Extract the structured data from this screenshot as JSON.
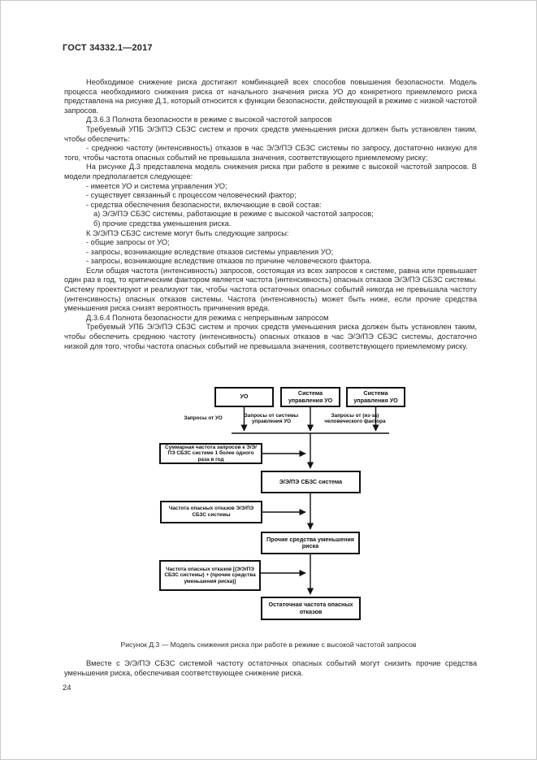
{
  "header": {
    "title": "ГОСТ 34332.1—2017"
  },
  "content": {
    "paragraphs": [
      {
        "text": "Необходимое снижение риска достигают комбинацией всех способов повышения безопасности. Модель процесса необходимого снижения риска от начального значения риска УО до конкретного приемлемого риска представлена на рисунке Д.1, который относится к функции безопасности, действующей в режиме с низкой частотой запросов."
      },
      {
        "text": "Д.3.6.3 Полнота безопасности в режиме с высокой частотой запросов"
      },
      {
        "text": "Требуемый УПБ Э/Э/ПЭ СБЗС систем и прочих средств уменьшения риска должен быть установлен таким, чтобы обеспечить:"
      },
      {
        "text": "- среднюю частоту (интенсивность) отказов в час Э/Э/ПЭ СБЗС системы по запросу, достаточно низкую для того, чтобы частота опасных событий не превышала значения, соответствующего приемлемому риску;"
      },
      {
        "text": "На рисунке Д.3 представлена модель снижения риска при работе в режиме с высокой частотой запросов. В модели предполагается следующее:"
      },
      {
        "text": "- имеется УО и система управления УО;"
      },
      {
        "text": "- существует связанный с процессом человеческий фактор;"
      },
      {
        "text": "- средства обеспечения безопасности, включающие в свой состав:"
      },
      {
        "text": "а) Э/Э/ПЭ СБЗС системы, работающие в режиме с высокой частотой запросов;"
      },
      {
        "text": "б) прочие средства уменьшения риска."
      },
      {
        "text": "К Э/Э/ПЭ СБЗС системе могут быть следующие запросы:"
      },
      {
        "text": "- общие запросы от УО;"
      },
      {
        "text": "- запросы, возникающие вследствие отказов системы управления УО;"
      },
      {
        "text": "- запросы, возникающие вследствие отказов по причине человеческого фактора."
      },
      {
        "text": "Если общая частота (интенсивность) запросов, состоящая из всех запросов к системе, равна или превышает один раз в год, то критическим фактором является частота (интенсивность) опасных отказов Э/Э/ПЭ СБЗС системы. Систему проектируют и реализуют так, чтобы частота остаточных опасных событий никогда не превышала частоту (интенсивность) опасных отказов системы. Частота (интенсивность) может быть ниже, если прочие средства уменьшения риска снизят вероятность причинения вреда."
      },
      {
        "text": "Д.3.6.4 Полнота безопасности для режима с непрерывным запросом"
      },
      {
        "text": "Требуемый УПБ Э/Э/ПЭ СБЗС систем и прочих средств уменьшения риска должен быть установлен таким, чтобы обеспечить среднюю частоту (интенсивность) опасных отказов в час Э/Э/ПЭ СБЗС системы, достаточно низкой для того, чтобы частота опасных событий не превышала значения, соответствующего приемлемому риску."
      }
    ]
  },
  "figure": {
    "caption": "Рисунок Д.3 — Модель снижения риска при работе в режиме с высокой частотой запросов",
    "boxes": {
      "uo": "УО",
      "control_system_1": "Система управления УО",
      "control_system_2": "Система управления УО",
      "demand_rate": "Суммарная частота запросов к Э/Э/ПЭ СБЗС системе 1 более одного раза в год",
      "sbzs_system": "Э/Э/ПЭ СБЗС система",
      "dangerous_failure_rate": "Частота опасных отказов Э/Э/ПЭ СБЗС системы",
      "other_risk_reduction": "Прочие средства уменьшения риска",
      "combined_failure_rate": "Частота опасных отказов [(Э/Э/ПЭ СБЗС системы) + (прочие средства уменьшения риска)]",
      "residual_rate": "Остаточная частота опасных отказов"
    },
    "arrow_labels": {
      "from_uo": "Запросы от УО",
      "from_control_system": "Запросы от системы управления УО",
      "from_human_factor": "Запросы от (из-за) человеческого фактора"
    }
  },
  "closing": {
    "text": "Вместе с Э/Э/ПЭ СБЗС системой частоту остаточных опасных событий могут снизить прочие средства уменьшения риска, обеспечивая соответствующее снижение риска."
  },
  "footer": {
    "page_number": "24"
  }
}
